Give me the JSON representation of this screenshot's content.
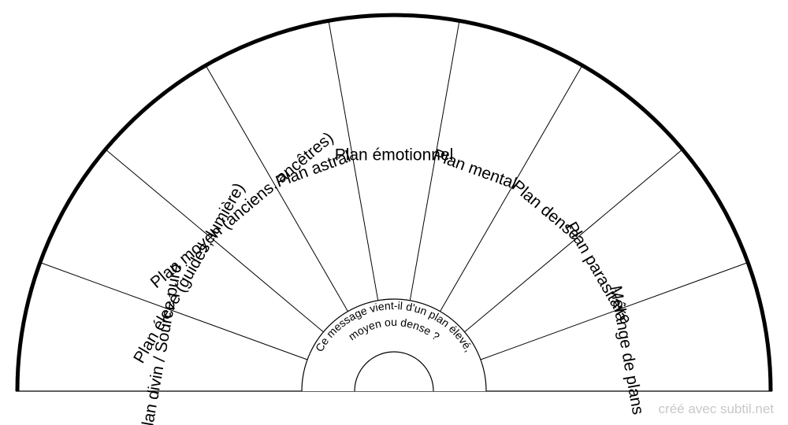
{
  "sectors": [
    "Plan divin / Source pure",
    "Plan élevé (guides, lumière)",
    "Plan moyen (anciens, ancêtres)",
    "Plan astral",
    "Plan émotionnel",
    "Plan mental",
    "Plan dense",
    "Plan parasitaire",
    "Mélange de plans"
  ],
  "question": {
    "line1": "Ce message vient-il d'un plan élevé,",
    "line2": "moyen ou dense ?"
  },
  "credit": "créé avec subtil.net",
  "colors": {
    "stroke": "#000000",
    "fill": "#ffffff",
    "credit": "#c8c8c8"
  }
}
